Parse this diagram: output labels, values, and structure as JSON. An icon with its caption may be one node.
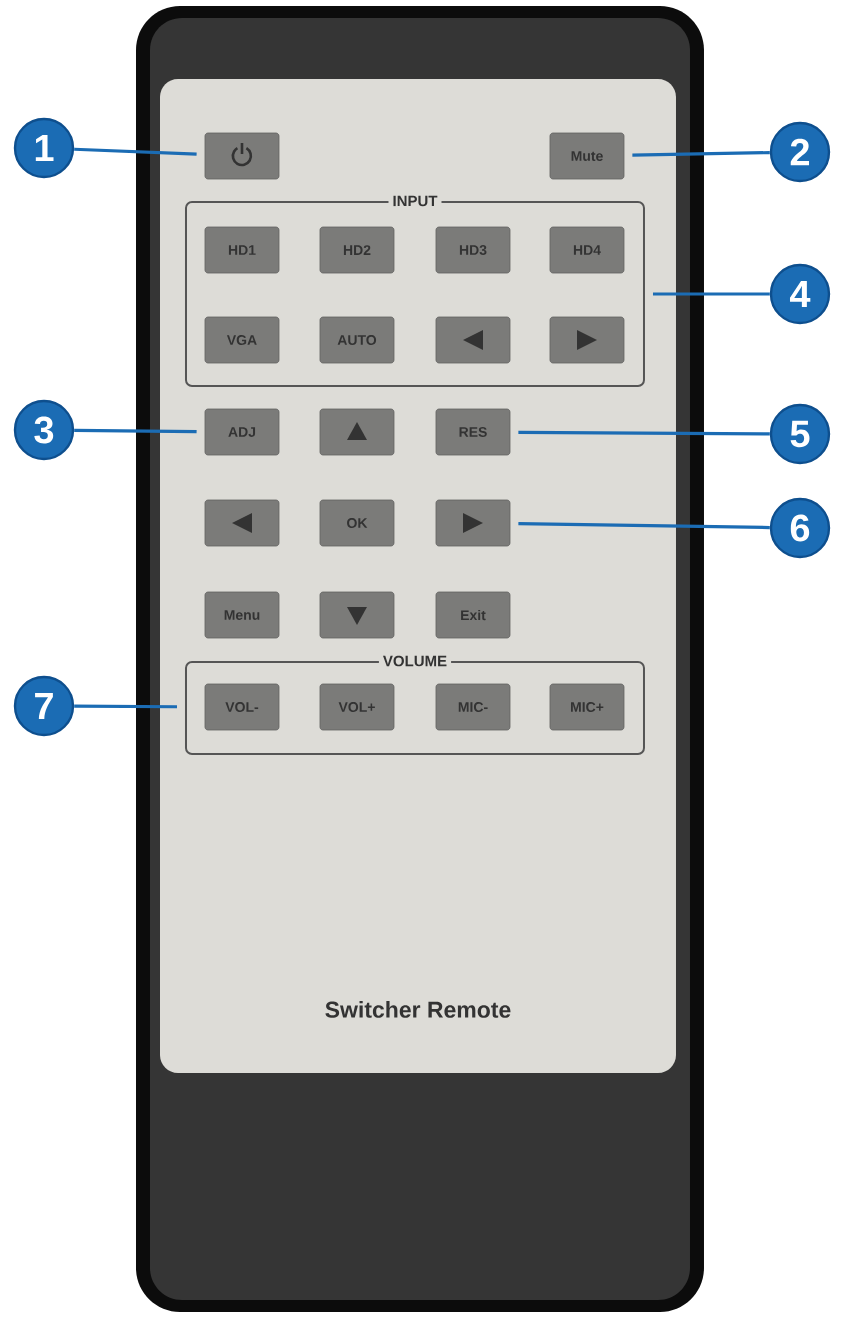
{
  "diagram": {
    "nodes": [
      {
        "text": [
          "Switcher Remote"
        ]
      },
      {
        "text": [
          "1"
        ]
      },
      {
        "text": [],
        "shape": "box",
        "in": 0
      },
      {
        "text": [
          "Mute"
        ],
        "in": 0
      },
      {
        "text": [
          "2"
        ]
      },
      {
        "text": [
          "INPUT"
        ],
        "in": 0
      },
      {
        "text": [
          "HD1"
        ],
        "in": 5
      },
      {
        "text": [
          "HD2"
        ],
        "in": 5
      },
      {
        "text": [
          "HD3"
        ],
        "in": 5
      },
      {
        "text": [
          "HD4"
        ],
        "in": 5
      },
      {
        "text": [
          "VGA"
        ],
        "in": 5
      },
      {
        "text": [
          "AUTO"
        ],
        "in": 5
      },
      {
        "text": [],
        "shape": "box",
        "in": 5
      },
      {
        "text": [],
        "shape": "box",
        "in": 5
      },
      {
        "text": [
          "4"
        ]
      },
      {
        "text": [
          "3"
        ]
      },
      {
        "text": [
          "ADJ"
        ],
        "in": 0
      },
      {
        "text": [],
        "shape": "box",
        "in": 0
      },
      {
        "text": [
          "RES"
        ],
        "in": 0
      },
      {
        "text": [
          "5"
        ]
      },
      {
        "text": [],
        "shape": "box",
        "in": 0
      },
      {
        "text": [
          "OK"
        ],
        "in": 0
      },
      {
        "text": [],
        "shape": "box",
        "in": 0
      },
      {
        "text": [
          "6"
        ]
      },
      {
        "text": [
          "Menu"
        ],
        "in": 0
      },
      {
        "text": [],
        "shape": "box",
        "in": 0
      },
      {
        "text": [
          "Exit"
        ],
        "in": 0
      },
      {
        "text": [
          "7"
        ]
      },
      {
        "text": [
          "VOLUME"
        ],
        "in": 0
      },
      {
        "text": [
          "VOL-"
        ],
        "in": 28
      },
      {
        "text": [
          "VOL+"
        ],
        "in": 28
      },
      {
        "text": [
          "MIC-"
        ],
        "in": 28
      },
      {
        "text": [
          "MIC+"
        ],
        "in": 28
      }
    ],
    "edges": [
      {
        "from": 1,
        "to": 2,
        "arrow": "none"
      },
      {
        "from": 4,
        "to": 3,
        "arrow": "none"
      },
      {
        "from": 14,
        "to": 5,
        "arrow": "none"
      },
      {
        "from": 15,
        "to": 16,
        "arrow": "none"
      },
      {
        "from": 19,
        "to": 18,
        "arrow": "none"
      },
      {
        "from": 23,
        "to": 22,
        "arrow": "none"
      },
      {
        "from": 27,
        "to": 28,
        "arrow": "none"
      }
    ]
  }
}
